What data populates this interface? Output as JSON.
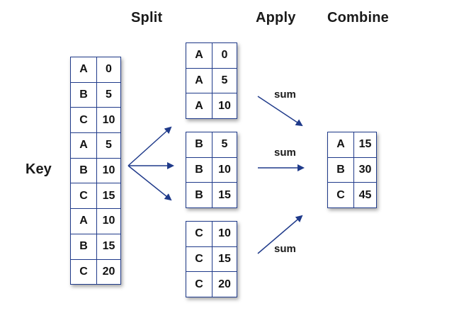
{
  "headings": {
    "split": "Split",
    "apply": "Apply",
    "combine": "Combine"
  },
  "key_label": "Key",
  "sum_label": "sum",
  "source_table": [
    {
      "key": "A",
      "value": "0"
    },
    {
      "key": "B",
      "value": "5"
    },
    {
      "key": "C",
      "value": "10"
    },
    {
      "key": "A",
      "value": "5"
    },
    {
      "key": "B",
      "value": "10"
    },
    {
      "key": "C",
      "value": "15"
    },
    {
      "key": "A",
      "value": "10"
    },
    {
      "key": "B",
      "value": "15"
    },
    {
      "key": "C",
      "value": "20"
    }
  ],
  "group_a": [
    {
      "key": "A",
      "value": "0"
    },
    {
      "key": "A",
      "value": "5"
    },
    {
      "key": "A",
      "value": "10"
    }
  ],
  "group_b": [
    {
      "key": "B",
      "value": "5"
    },
    {
      "key": "B",
      "value": "10"
    },
    {
      "key": "B",
      "value": "15"
    }
  ],
  "group_c": [
    {
      "key": "C",
      "value": "10"
    },
    {
      "key": "C",
      "value": "15"
    },
    {
      "key": "C",
      "value": "20"
    }
  ],
  "result_table": [
    {
      "key": "A",
      "value": "15"
    },
    {
      "key": "B",
      "value": "30"
    },
    {
      "key": "C",
      "value": "45"
    }
  ],
  "colors": {
    "table_border": "#1f3a8a",
    "arrow": "#1f3a8a"
  }
}
